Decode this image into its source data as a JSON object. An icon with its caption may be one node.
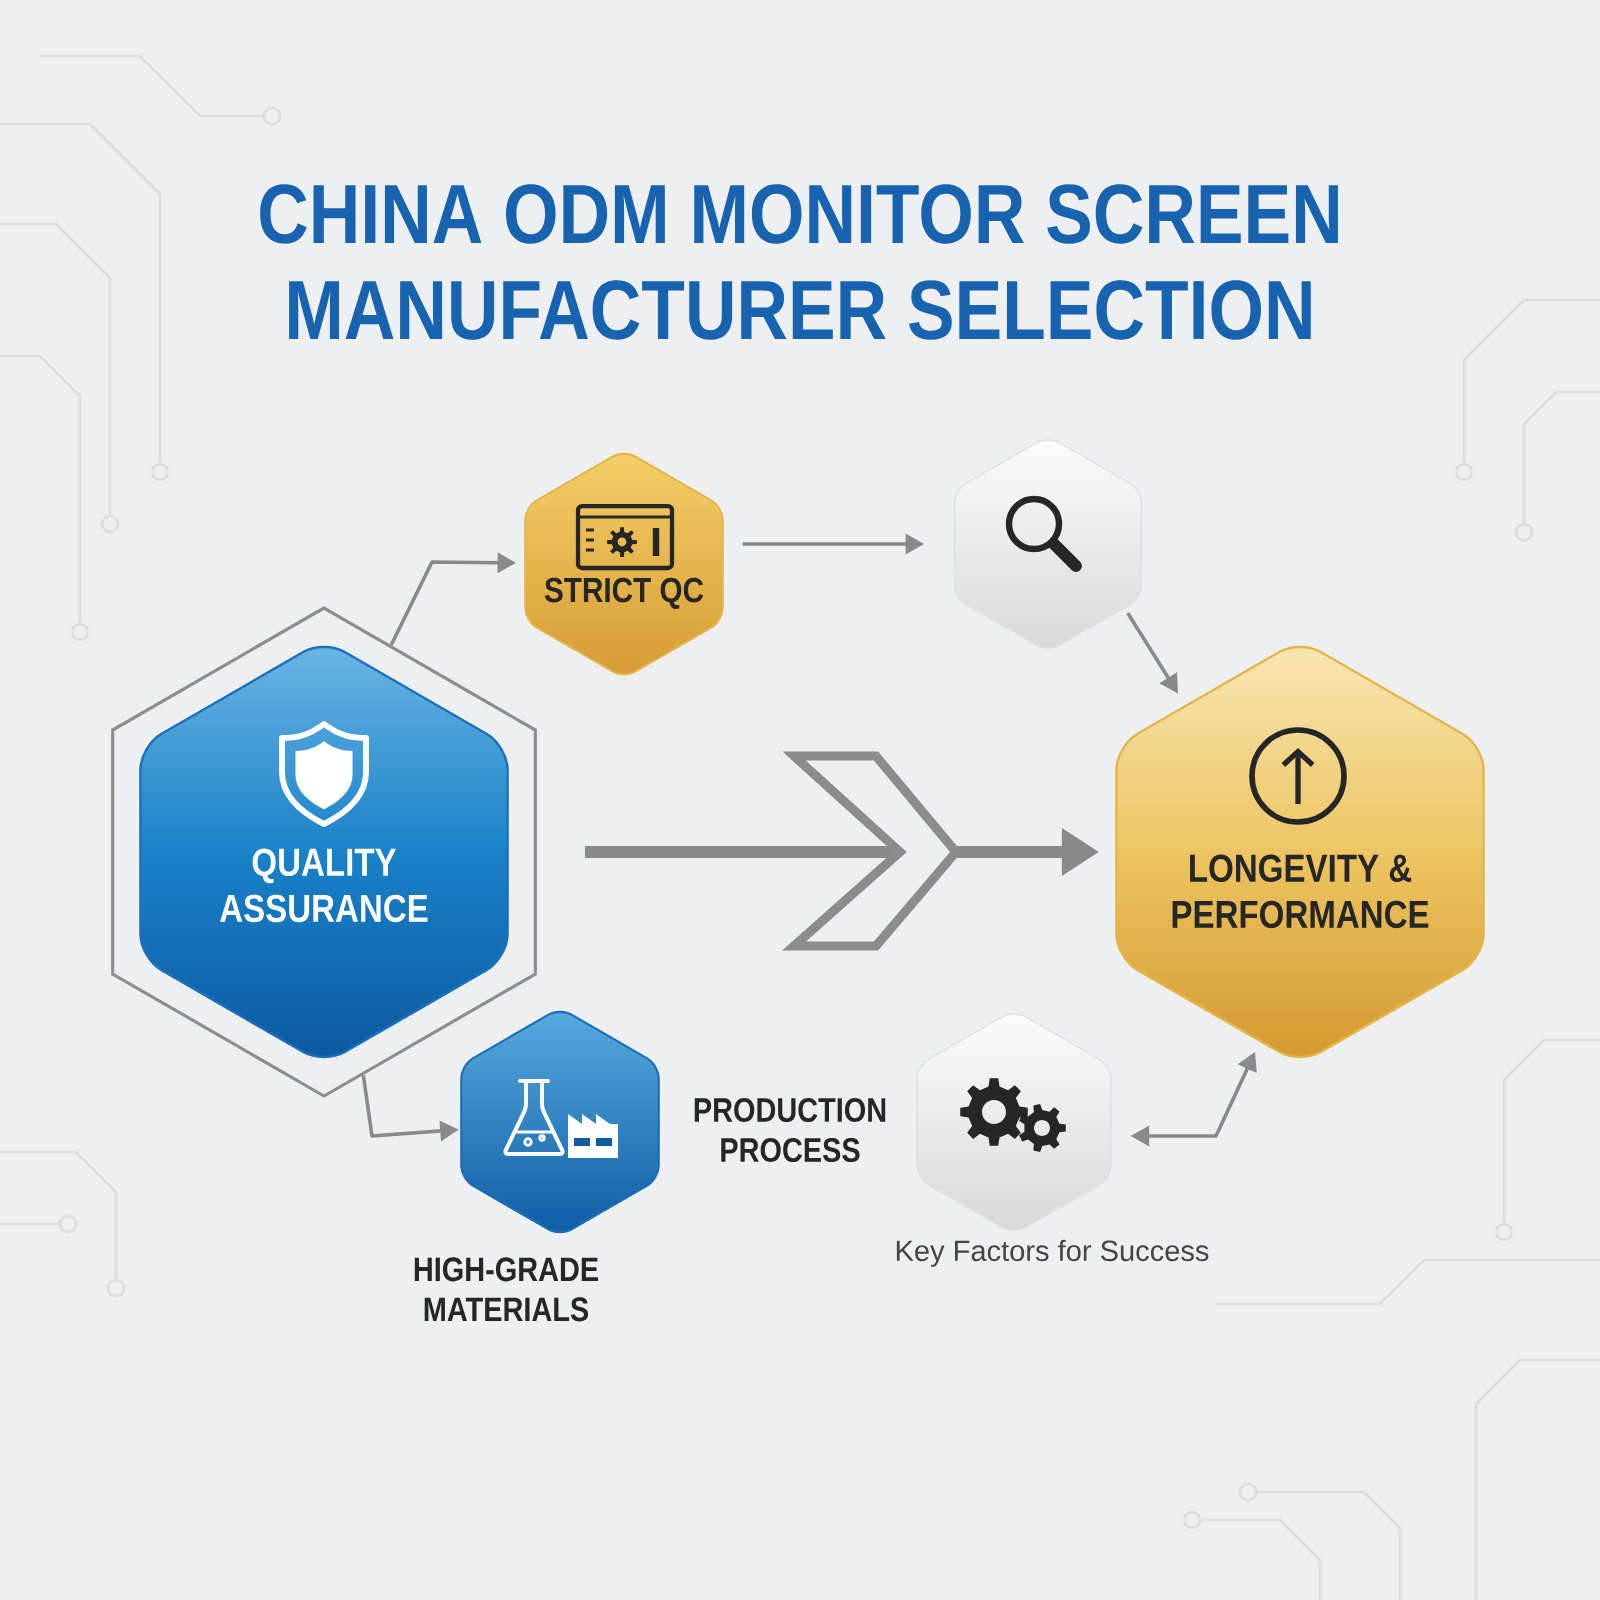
{
  "diagram": {
    "title": "CHINA ODM MONITOR SCREEN MANUFACTURER SELECTION",
    "nodes": [
      {
        "text": [
          "QUALITY ASSURANCE"
        ]
      },
      {
        "text": [
          "STRICT QC"
        ]
      },
      {
        "text": [],
        "shape": "hexagon"
      },
      {
        "text": [
          "LONGEVITY & PERFORMANCE"
        ]
      },
      {
        "text": [
          "HIGH-GRADE MATERIALS"
        ]
      },
      {
        "text": [
          "Key Factors for Success"
        ]
      }
    ],
    "edges": [
      {
        "from": 0,
        "to": 1,
        "arrow": "to"
      },
      {
        "from": 1,
        "to": 2,
        "arrow": "to"
      },
      {
        "from": 2,
        "to": 3,
        "arrow": "to"
      },
      {
        "from": 0,
        "to": 3,
        "arrow": "to",
        "style": "thick"
      },
      {
        "from": 0,
        "to": 4,
        "arrow": "to"
      },
      {
        "from": 5,
        "to": 3,
        "arrow": "both"
      }
    ],
    "labels": [
      "PRODUCTION PROCESS"
    ]
  }
}
